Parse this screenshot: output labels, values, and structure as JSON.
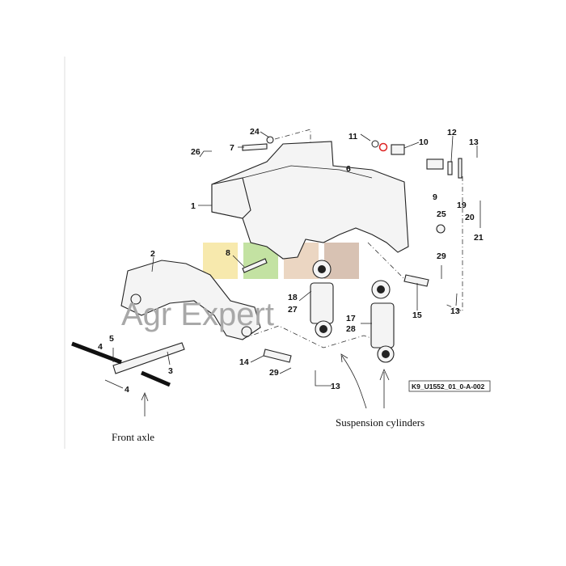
{
  "diagram": {
    "callouts": [
      "24",
      "7",
      "26",
      "11",
      "10",
      "12",
      "13",
      "6",
      "9",
      "19",
      "20",
      "21",
      "25",
      "1",
      "2",
      "8",
      "29",
      "18",
      "27",
      "17",
      "28",
      "15",
      "13",
      "4",
      "5",
      "3",
      "4",
      "14",
      "29",
      "13"
    ],
    "drawing_code": "K9_U1552_01_0-A-002",
    "annotations": {
      "front_axle": "Front axle",
      "suspension_cylinders": "Suspension cylinders"
    },
    "watermark": "Agr Expert",
    "watermark_colors": [
      "#f3e08a",
      "#a9d67a",
      "#e3c4a8",
      "#c7a893"
    ]
  }
}
